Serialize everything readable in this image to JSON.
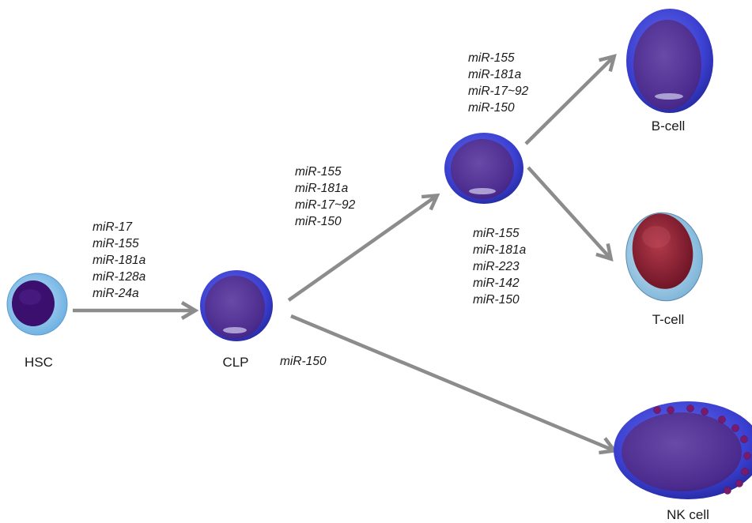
{
  "cells": {
    "hsc": "HSC",
    "clp": "CLP",
    "b_cell": "B-cell",
    "t_cell": "T-cell",
    "nk_cell": "NK cell"
  },
  "mirna_groups": {
    "hsc_to_clp": [
      "miR-17",
      "miR-155",
      "miR-181a",
      "miR-128a",
      "miR-24a"
    ],
    "clp_to_progenitor": [
      "miR-155",
      "miR-181a",
      "miR-17~92",
      "miR-150"
    ],
    "progenitor_to_b": [
      "miR-155",
      "miR-181a",
      "miR-17~92",
      "miR-150"
    ],
    "progenitor_to_t": [
      "miR-155",
      "miR-181a",
      "miR-223",
      "miR-142",
      "miR-150"
    ],
    "clp_to_nk": [
      "miR-150"
    ]
  },
  "colors": {
    "arrow": "#8c8c8c",
    "cell_membrane": "#3a3fd0",
    "nucleus": "#4a2a8c",
    "hsc_cytoplasm": "#8fc6ef",
    "hsc_nucleus": "#3a0f6e",
    "t_nucleus": "#8a1a2e",
    "nk_granule": "#7a1a6a"
  }
}
